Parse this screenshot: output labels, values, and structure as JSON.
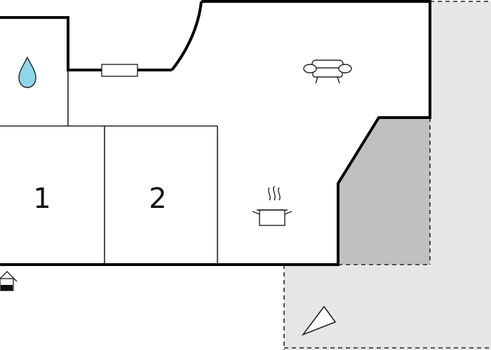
{
  "floorplan": {
    "rooms": [
      {
        "id": "bedroom-1",
        "label": "1"
      },
      {
        "id": "bedroom-2",
        "label": "2"
      }
    ],
    "icons": [
      "water-drop-icon",
      "sofa-icon",
      "cooking-pot-icon",
      "entrance-icon",
      "sun-direction-icon"
    ],
    "colors": {
      "background": "#ffffff",
      "wall": "#000000",
      "interior_line": "#222222",
      "outdoor_area": "#e6e6e6",
      "covered_area": "#c0c0c0",
      "water": "#8ed6ea"
    }
  }
}
